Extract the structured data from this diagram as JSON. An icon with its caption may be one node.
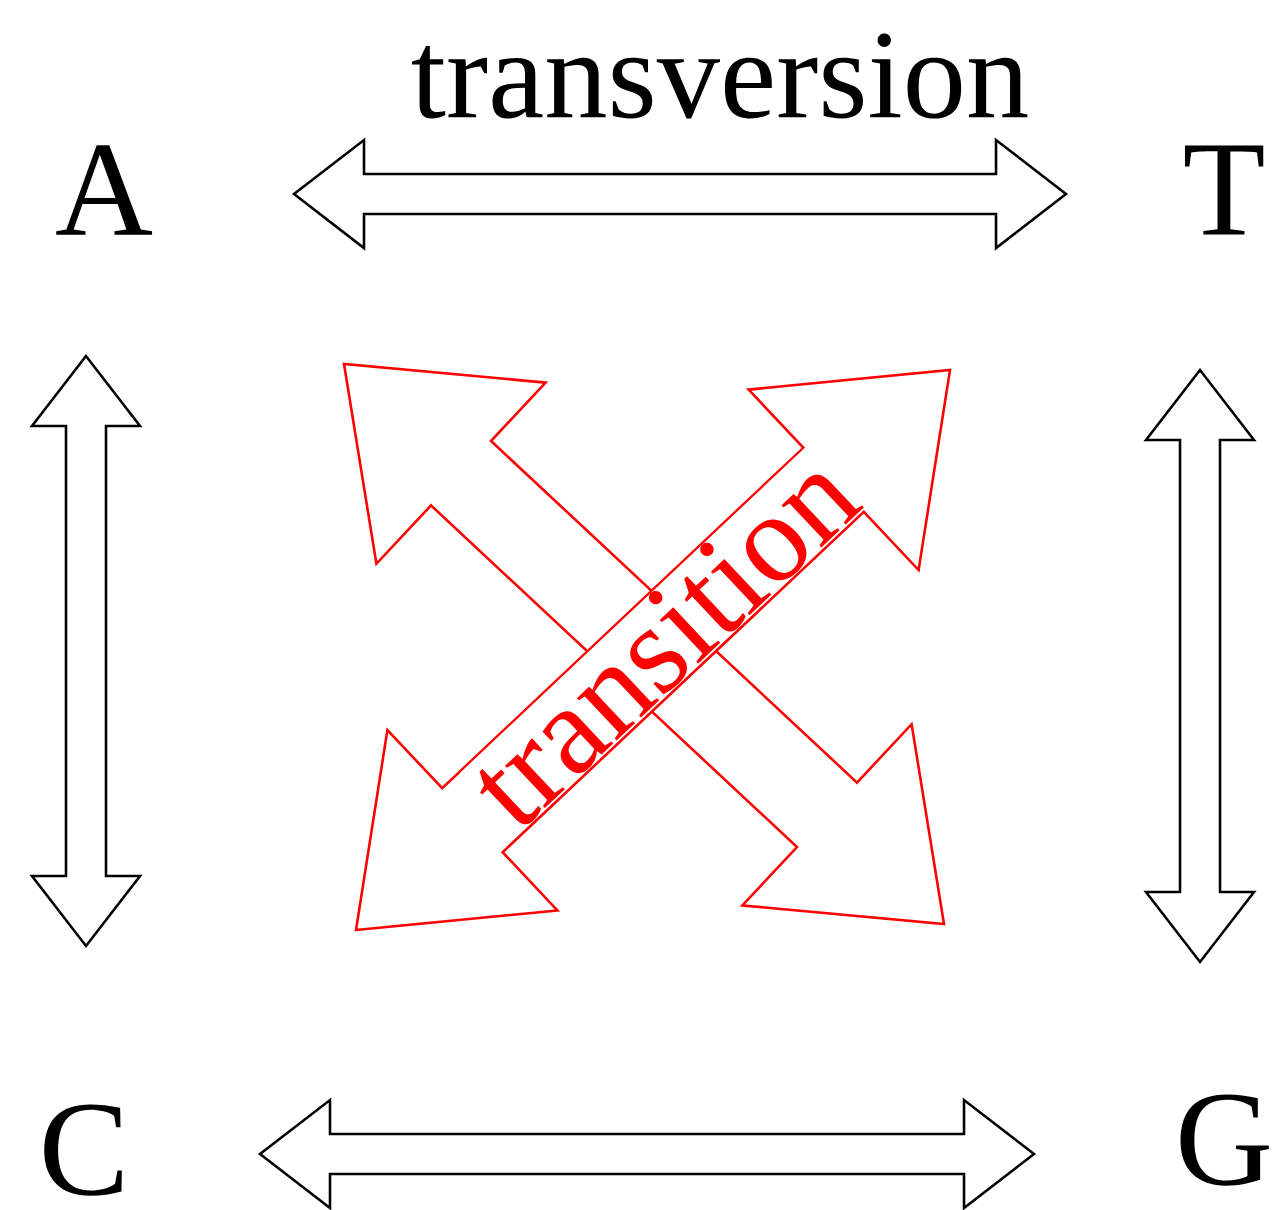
{
  "diagram": {
    "nodes": [
      {
        "text": [
          "A"
        ]
      },
      {
        "text": [
          "T"
        ]
      },
      {
        "text": [
          "C"
        ]
      },
      {
        "text": [
          "G"
        ]
      }
    ],
    "edges": [
      {
        "from": 0,
        "to": 1,
        "arrow": "both",
        "label": "transversion"
      },
      {
        "from": 0,
        "to": 2,
        "arrow": "both"
      },
      {
        "from": 1,
        "to": 3,
        "arrow": "both"
      },
      {
        "from": 2,
        "to": 3,
        "arrow": "both"
      },
      {
        "from": 0,
        "to": 3,
        "arrow": "both",
        "color": "#ff0000"
      },
      {
        "from": 2,
        "to": 1,
        "arrow": "both",
        "color": "#ff0000",
        "label": "transition"
      }
    ]
  }
}
